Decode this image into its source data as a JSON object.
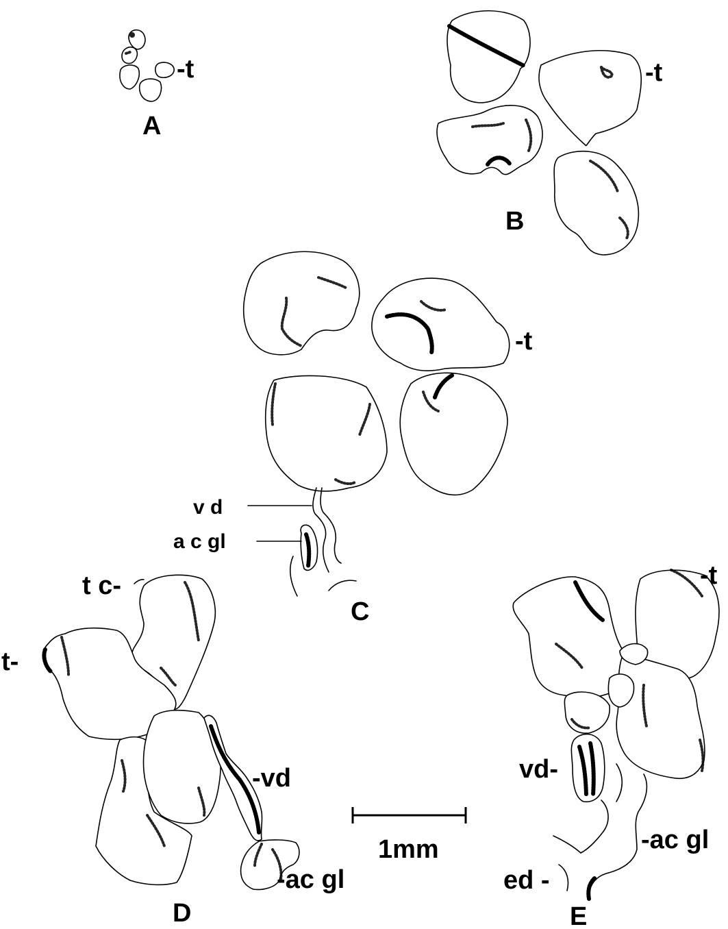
{
  "panels": {
    "A": {
      "letter": "A",
      "t": "-t"
    },
    "B": {
      "letter": "B",
      "t": "-t"
    },
    "C": {
      "letter": "C",
      "t": "-t",
      "vd": "v d",
      "acgl": "a c gl"
    },
    "D": {
      "letter": "D",
      "tc": "t c-",
      "t": "t-",
      "vd": "-vd",
      "acgl": "-ac gl"
    },
    "E": {
      "letter": "E",
      "t": "-t",
      "vd": "vd-",
      "acgl": "-ac gl",
      "ed": "ed -"
    }
  },
  "scale_bar": {
    "label": "1mm"
  }
}
